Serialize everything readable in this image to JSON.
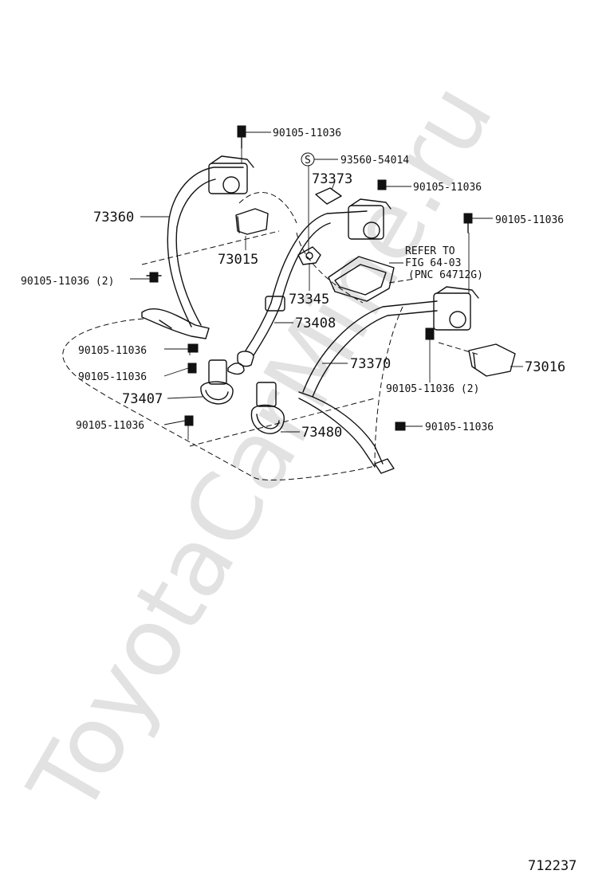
{
  "watermark": "ToyotaCarMine.ru",
  "figure_number": "712237",
  "labels": {
    "bolt_top": "90105-11036",
    "s_mark": "S",
    "part_93560": "93560-54014",
    "part_73373": "73373",
    "bolt_center_top": "90105-11036",
    "bolt_right_top": "90105-11036",
    "part_73360": "73360",
    "part_73015": "73015",
    "refer_line1": "REFER TO",
    "refer_line2": "FIG 64-03",
    "refer_line3": "(PNC 64712G)",
    "bolt_left_2": "90105-11036 (2)",
    "part_73345": "73345",
    "part_73408": "73408",
    "bolt_left_a": "90105-11036",
    "part_73370": "73370",
    "part_73016": "73016",
    "bolt_left_b": "90105-11036",
    "bolt_right_2": "90105-11036 (2)",
    "part_73407": "73407",
    "bolt_left_c": "90105-11036",
    "bolt_bottom_right": "90105-11036",
    "part_73480": "73480"
  }
}
